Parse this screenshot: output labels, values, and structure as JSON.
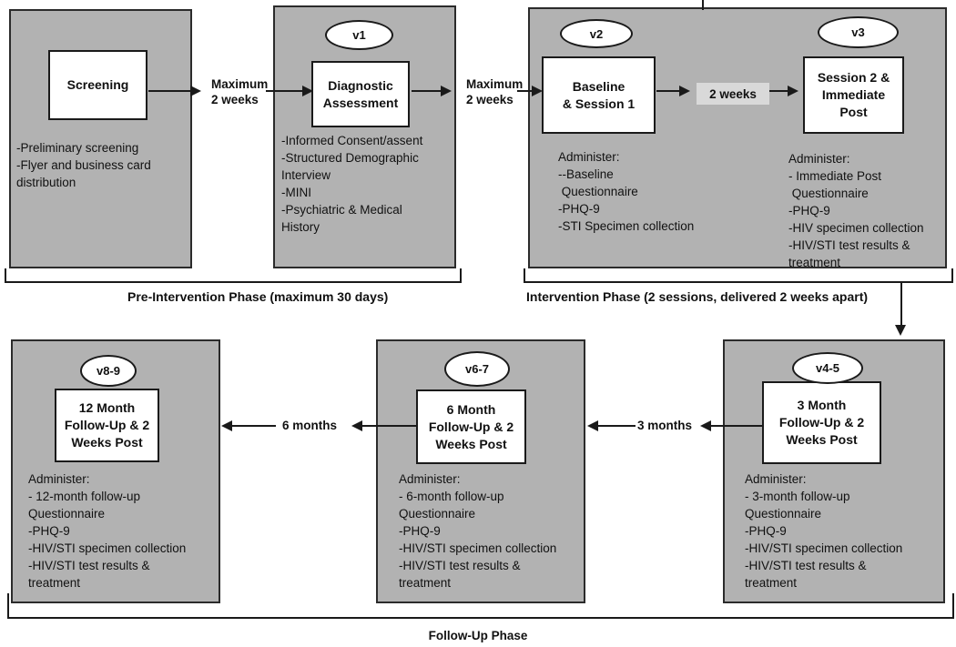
{
  "colors": {
    "panel_gray": "#b2b2b2",
    "label_gray": "#d9d9d9",
    "line_black": "#1a1a1a",
    "box_white": "#ffffff"
  },
  "phases": {
    "pre_intervention": "Pre-Intervention Phase (maximum 30 days)",
    "intervention": "Intervention Phase (2 sessions, delivered 2 weeks apart)",
    "follow_up": "Follow-Up Phase"
  },
  "connectors": {
    "screening_to_diagnostic": [
      "Maximum",
      "2 weeks"
    ],
    "diagnostic_to_baseline": [
      "Maximum",
      "2 weeks"
    ],
    "baseline_to_session2": "2 weeks",
    "m6_to_m12": "6 months",
    "m3_to_m6": "3 months"
  },
  "nodes": {
    "screening": {
      "title": [
        "Screening"
      ],
      "details": [
        "-Preliminary screening",
        "-Flyer and business card",
        "distribution"
      ]
    },
    "diagnostic": {
      "visit": "v1",
      "title": [
        "Diagnostic",
        "Assessment"
      ],
      "details": [
        "-Informed Consent/assent",
        "-Structured Demographic",
        "Interview",
        "-MINI",
        "-Psychiatric & Medical",
        "History"
      ]
    },
    "baseline": {
      "visit": "v2",
      "title": [
        "Baseline",
        "& Session 1"
      ],
      "details": [
        "Administer:",
        "--Baseline",
        " Questionnaire",
        "-PHQ-9",
        "-STI Specimen collection"
      ]
    },
    "session2": {
      "visit": "v3",
      "title": [
        "Session 2 &",
        "Immediate",
        "Post"
      ],
      "details": [
        "Administer:",
        "- Immediate Post",
        " Questionnaire",
        "-PHQ-9",
        "-HIV specimen collection",
        "-HIV/STI test results &",
        "treatment"
      ]
    },
    "month12": {
      "visit": "v8-9",
      "title": [
        "12 Month",
        "Follow-Up & 2",
        "Weeks Post"
      ],
      "details": [
        "Administer:",
        "- 12-month follow-up",
        "Questionnaire",
        "-PHQ-9",
        "-HIV/STI specimen collection",
        "-HIV/STI test results &",
        "treatment"
      ]
    },
    "month6": {
      "visit": "v6-7",
      "title": [
        "6 Month",
        "Follow-Up & 2",
        "Weeks Post"
      ],
      "details": [
        "Administer:",
        "- 6-month follow-up",
        "Questionnaire",
        "-PHQ-9",
        "-HIV/STI specimen collection",
        "-HIV/STI test results &",
        "treatment"
      ]
    },
    "month3": {
      "visit": "v4-5",
      "title": [
        "3 Month",
        "Follow-Up & 2",
        "Weeks Post"
      ],
      "details": [
        "Administer:",
        "- 3-month follow-up",
        "Questionnaire",
        "-PHQ-9",
        "-HIV/STI specimen collection",
        "-HIV/STI test results &",
        "treatment"
      ]
    }
  }
}
